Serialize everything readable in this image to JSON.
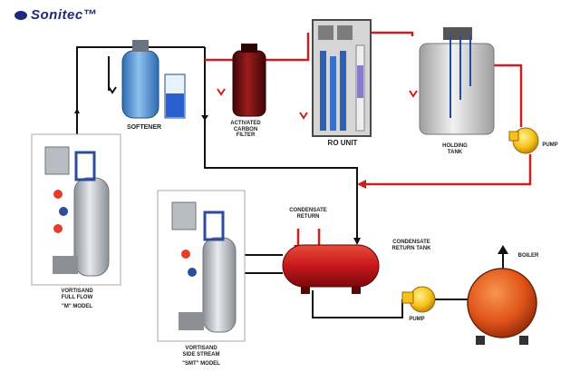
{
  "brand": {
    "logo_text": "Sonitec™"
  },
  "labels": {
    "softener": "SOFTENER",
    "carbon_filter": "ACTIVATED\nCARBON\nFILTER",
    "ro_unit": "RO UNIT",
    "holding_tank": "HOLDING\nTANK",
    "pump_top": "PUMP",
    "condensate_return": "CONDENSATE\nRETURN",
    "condensate_return_tank": "CONDENSATE\nRETURN TANK",
    "boiler": "BOILER",
    "pump_bottom": "PUMP",
    "vortisand_full_flow": "VORTISAND\nFULL FLOW",
    "vortisand_full_flow_model": "\"M\" MODEL",
    "vortisand_side_stream": "VORTISAND\nSIDE STREAM",
    "vortisand_side_stream_model": "\"SMT\" MODEL"
  },
  "colors": {
    "water_line": "#cc1f1f",
    "black_line": "#111111",
    "tank_red": "#c8161b",
    "pump_yellow": "#f6c21a",
    "boiler_orange": "#e1541a",
    "ro_frame": "#6c6c6c",
    "ro_tube": "#2d5fb5",
    "softener_blue": "#4f8fd0",
    "carbon_red": "#6b0c0c",
    "holding_grey": "#c9c9c9",
    "logo_blue": "#1f2a7a"
  }
}
